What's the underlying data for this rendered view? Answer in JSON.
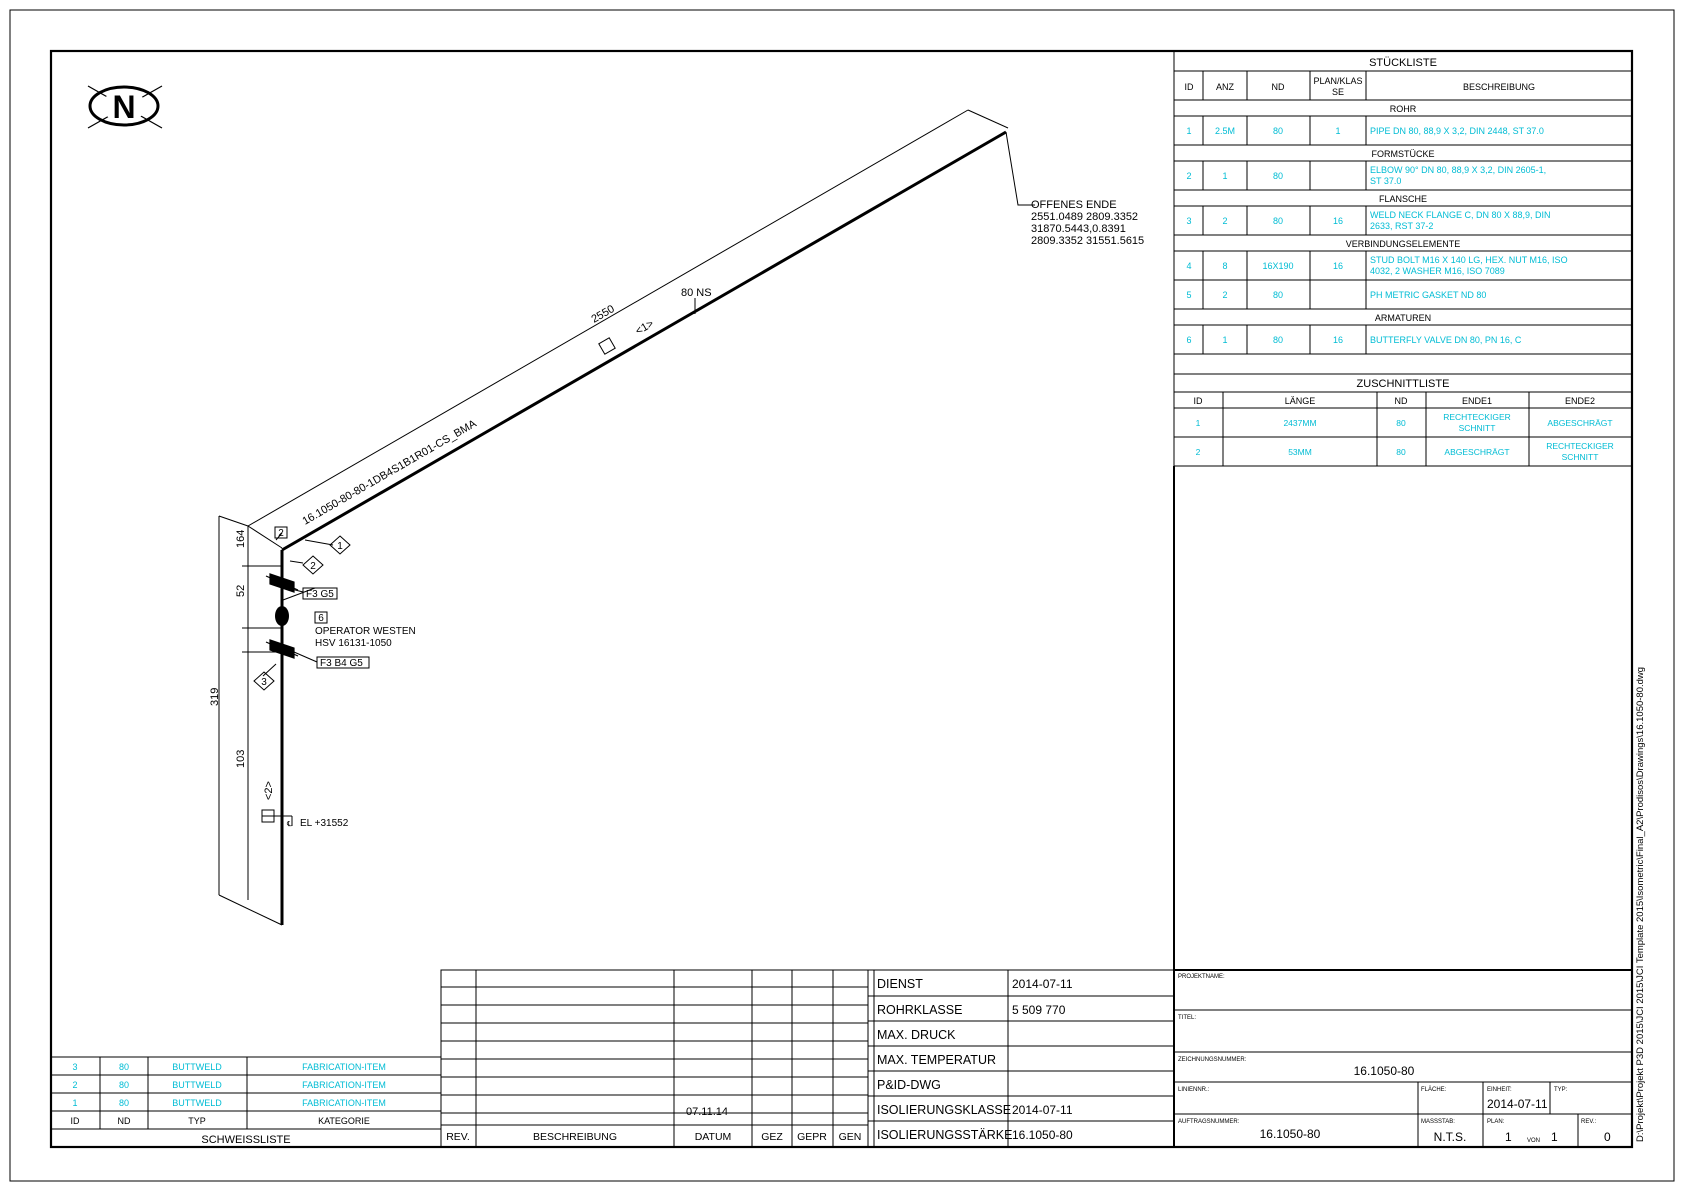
{
  "drawing": {
    "north_label": "N",
    "pipe_label": "16.1050-80-80-1DB4S1B1R01-CS_BMA",
    "dim_run": "2550",
    "dim_164": "164",
    "dim_52": "52",
    "dim_319": "319",
    "dim_103": "103",
    "ns_label": "80 NS",
    "tag_1": "<1>",
    "tag_2": "<2>",
    "open_end": [
      "OFFENES ENDE",
      "2551.0489 2809.3352",
      "31870.5443,0.8391",
      "2809.3352 31551.5615"
    ],
    "box_2": "2",
    "box_6": "6",
    "diamond_1": "1",
    "diamond_2": "2",
    "diamond_3": "3",
    "flange_1": "F3 G5",
    "flange_2": "F3 B4 G5",
    "valve_label": [
      "OPERATOR WESTEN",
      "HSV 16131-1050"
    ],
    "elevation": "EL +31552",
    "path_text": "D:\\Projekt\\Projekt P3D 2015\\JCI 2015\\JCI Template 2015\\Isometric\\Final_A2\\Prodisos\\Drawings\\16.1050-80.dwg"
  },
  "bom": {
    "title": "STÜCKLISTE",
    "headers": [
      "ID",
      "ANZ",
      "ND",
      "PLAN/KLAS SE",
      "BESCHREIBUNG"
    ],
    "sections": [
      {
        "name": "ROHR",
        "rows": [
          [
            "1",
            "2.5M",
            "80",
            "1",
            "PIPE DN 80, 88,9 X 3,2, DIN 2448, ST 37.0"
          ]
        ]
      },
      {
        "name": "FORMSTÜCKE",
        "rows": [
          [
            "2",
            "1",
            "80",
            "",
            "ELBOW 90° DN 80, 88,9 X 3,2, DIN 2605-1, ST 37.0"
          ]
        ]
      },
      {
        "name": "FLANSCHE",
        "rows": [
          [
            "3",
            "2",
            "80",
            "16",
            "WELD NECK FLANGE C, DN 80 X 88,9, DIN 2633, RST 37-2"
          ]
        ]
      },
      {
        "name": "VERBINDUNGSELEMENTE",
        "rows": [
          [
            "4",
            "8",
            "16X190",
            "16",
            "STUD BOLT M16 X 140 LG, HEX. NUT M16, ISO 4032, 2 WASHER M16, ISO 7089"
          ],
          [
            "5",
            "2",
            "80",
            "",
            "PH METRIC GASKET ND 80"
          ]
        ]
      },
      {
        "name": "ARMATUREN",
        "rows": [
          [
            "6",
            "1",
            "80",
            "16",
            "BUTTERFLY VALVE DN 80, PN 16, C"
          ]
        ]
      }
    ]
  },
  "cutlist": {
    "title": "ZUSCHNITTLISTE",
    "headers": [
      "ID",
      "LÄNGE",
      "ND",
      "ENDE1",
      "ENDE2"
    ],
    "rows": [
      [
        "1",
        "2437MM",
        "80",
        "RECHTECKIGER SCHNITT",
        "ABGESCHRÄGT"
      ],
      [
        "2",
        "53MM",
        "80",
        "ABGESCHRÄGT",
        "RECHTECKIGER SCHNITT"
      ]
    ]
  },
  "weldlist": {
    "title": "SCHWEISSLISTE",
    "headers": [
      "ID",
      "ND",
      "TYP",
      "KATEGORIE"
    ],
    "rows": [
      [
        "3",
        "80",
        "BUTTWELD",
        "FABRICATION-ITEM"
      ],
      [
        "2",
        "80",
        "BUTTWELD",
        "FABRICATION-ITEM"
      ],
      [
        "1",
        "80",
        "BUTTWELD",
        "FABRICATION-ITEM"
      ]
    ]
  },
  "revision": {
    "headers": [
      "REV.",
      "BESCHREIBUNG",
      "DATUM",
      "GEZ",
      "GEPR",
      "GEN"
    ],
    "date": "07.11.14"
  },
  "service": {
    "rows": [
      {
        "label": "DIENST",
        "value": "2014-07-11"
      },
      {
        "label": "ROHRKLASSE",
        "value": "5 509 770"
      },
      {
        "label": "MAX. DRUCK",
        "value": ""
      },
      {
        "label": "MAX. TEMPERATUR",
        "value": ""
      },
      {
        "label": "P&ID-DWG",
        "value": ""
      },
      {
        "label": "ISOLIERUNGSKLASSE",
        "value": "2014-07-11"
      },
      {
        "label": "ISOLIERUNGSSTÄRKE",
        "value": "16.1050-80"
      }
    ]
  },
  "titleblock": {
    "projektname_label": "PROJEKTNAME:",
    "titel_label": "TITEL:",
    "zeichnungsnummer_label": "ZEICHNUNGSNUMMER:",
    "zeichnungsnummer": "16.1050-80",
    "liniennr_label": "LINIENNR.:",
    "flaeche_label": "FLÄCHE:",
    "einheit_label": "EINHEIT:",
    "einheit": "2014-07-11",
    "typ_label": "TYP:",
    "auftragsnummer_label": "AUFTRAGSNUMMER:",
    "auftragsnummer": "16.1050-80",
    "massstab_label": "MASSSTAB:",
    "massstab": "N.T.S.",
    "plan_label": "PLAN:",
    "plan": "1",
    "von_label": "VON",
    "von": "1",
    "rev_label": "REV.:",
    "rev": "0"
  },
  "colors": {
    "ink": "#000000",
    "list_text": "#00bcd4"
  }
}
